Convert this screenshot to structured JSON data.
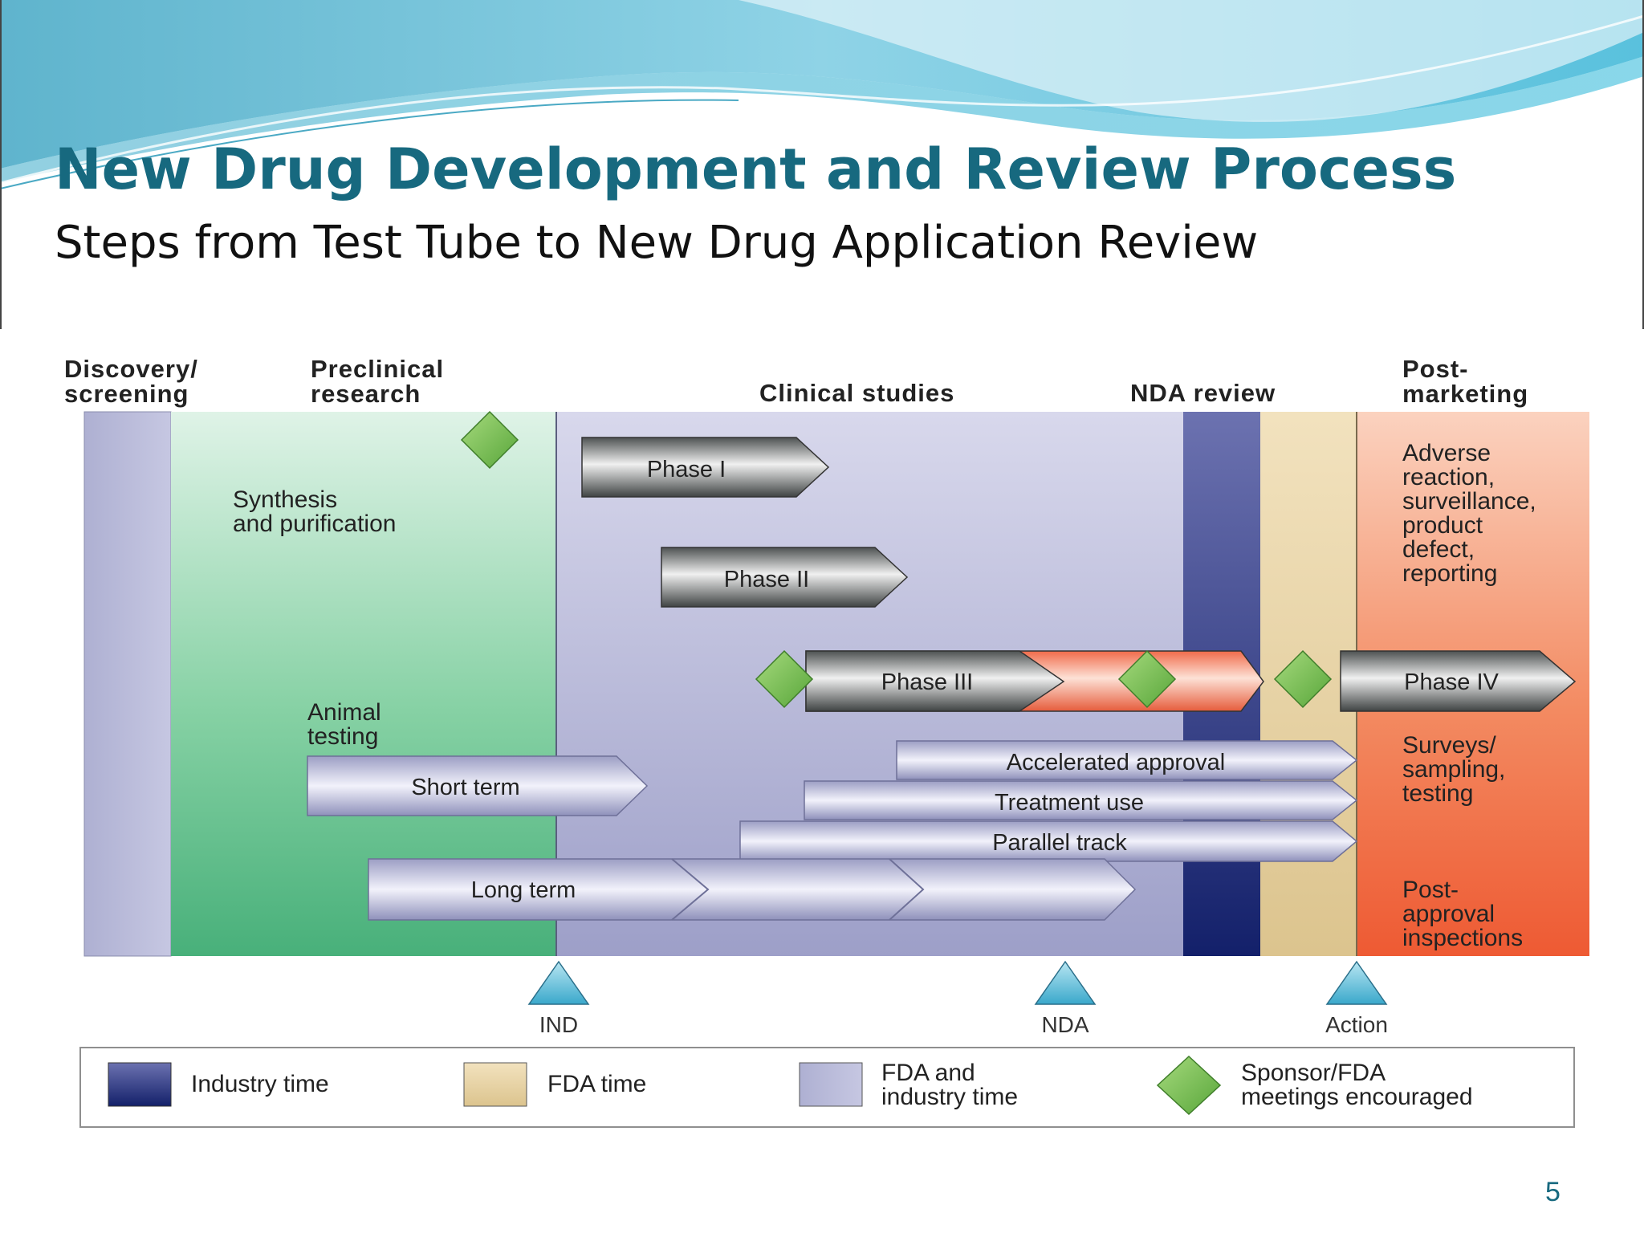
{
  "slide": {
    "title": "New Drug Development and Review Process",
    "subtitle": "Steps from Test Tube to New Drug Application Review",
    "page_number": "5"
  },
  "stages": {
    "discovery": "Discovery/\nscreening",
    "preclinical": "Preclinical\nresearch",
    "clinical": "Clinical studies",
    "nda_review": "NDA review",
    "postmarketing": "Post-\nmarketing"
  },
  "notes": {
    "synthesis": "Synthesis\nand purification",
    "animal_testing": "Animal\ntesting",
    "adverse": "Adverse\nreaction,\nsurveillance,\nproduct\ndefect,\nreporting",
    "surveys": "Surveys/\nsampling,\ntesting",
    "inspections": "Post-\napproval\ninspections"
  },
  "bars": {
    "phase1": "Phase I",
    "phase2": "Phase II",
    "phase3": "Phase III",
    "phase4": "Phase IV",
    "short_term": "Short term",
    "long_term": "Long term",
    "accelerated": "Accelerated approval",
    "treatment": "Treatment use",
    "parallel": "Parallel track"
  },
  "milestones": {
    "ind": "IND",
    "nda": "NDA",
    "action": "Action"
  },
  "legend": {
    "industry": "Industry time",
    "fda": "FDA time",
    "fda_industry": "FDA and\nindustry time",
    "meetings": "Sponsor/FDA\nmeetings encouraged"
  },
  "colors": {
    "title": "#17697f",
    "industry": "#2a3a7e",
    "fda": "#e6cf9c",
    "fda_industry": "#b9b9d9",
    "preclinical": "#6dc494",
    "postmarketing": "#f07a56",
    "meeting_diamond": "#7cbf55",
    "milestone": "#5cb7d6"
  }
}
